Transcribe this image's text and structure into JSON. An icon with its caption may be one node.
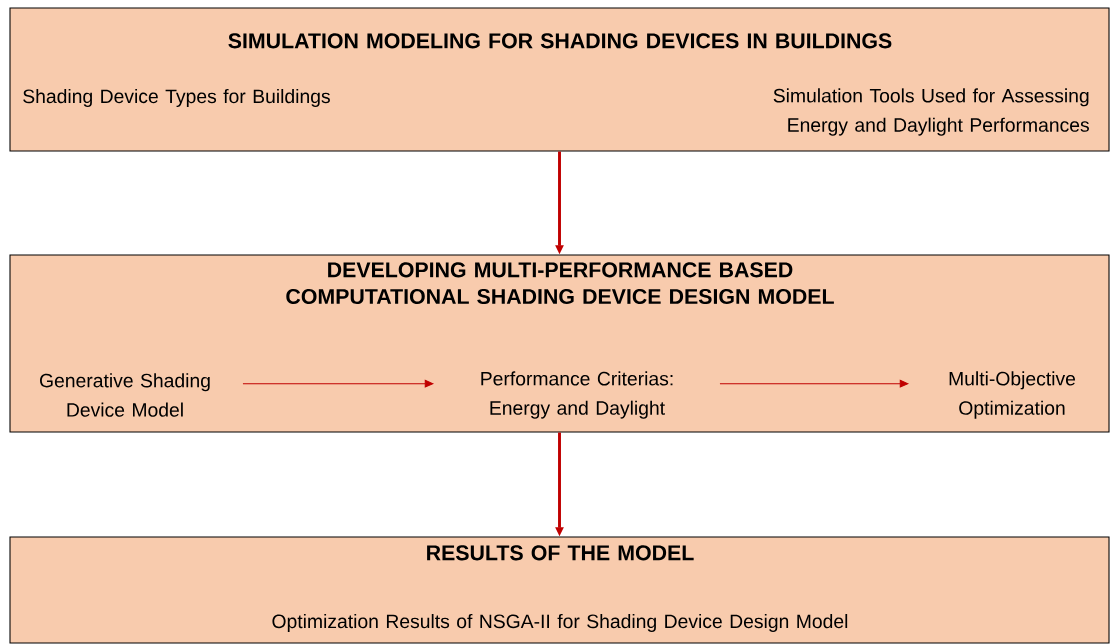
{
  "diagram": {
    "nodes": [
      {
        "text": [
          "SIMULATION MODELING FOR SHADING DEVICES IN BUILDINGS",
          "Shading Device Types for Buildings",
          "Simulation Tools Used for Assessing Energy and Daylight Performances"
        ]
      },
      {
        "text": [
          "DEVELOPING MULTI-PERFORMANCE BASED COMPUTATIONAL SHADING DEVICE DESIGN MODEL"
        ]
      },
      {
        "text": [
          "Generative Shading Device Model"
        ],
        "in": 1
      },
      {
        "text": [
          "Performance Criterias: Energy and Daylight"
        ],
        "in": 1
      },
      {
        "text": [
          "Multi-Objective Optimization"
        ],
        "in": 1
      },
      {
        "text": [
          "RESULTS OF THE MODEL",
          "Optimization Results of NSGA-II for Shading Device Design Model"
        ]
      }
    ],
    "edges": [
      {
        "from": 0,
        "to": 1,
        "arrow": "to",
        "style": "thick"
      },
      {
        "from": 2,
        "to": 3,
        "arrow": "to"
      },
      {
        "from": 3,
        "to": 4,
        "arrow": "to"
      },
      {
        "from": 1,
        "to": 5,
        "arrow": "to",
        "style": "thick"
      }
    ]
  }
}
